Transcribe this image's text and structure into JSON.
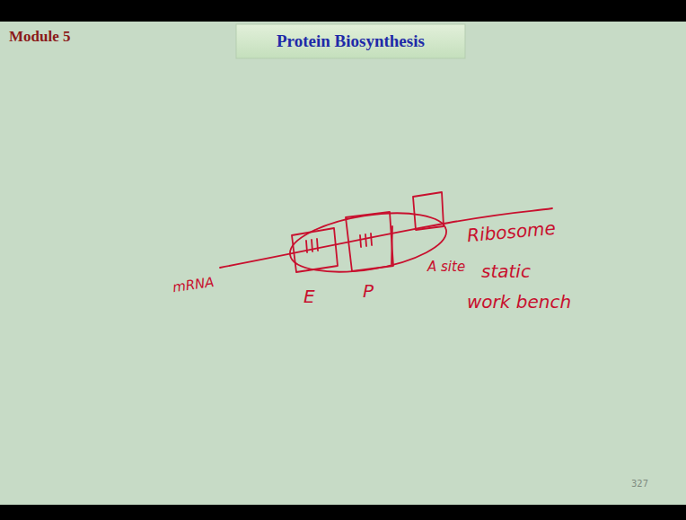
{
  "diagram": {
    "title": "Protein Biosynthesis",
    "labels": [
      "Module 5",
      "mRNA",
      "E",
      "P",
      "A site",
      "Ribosome",
      "static",
      "work bench",
      "327"
    ]
  }
}
